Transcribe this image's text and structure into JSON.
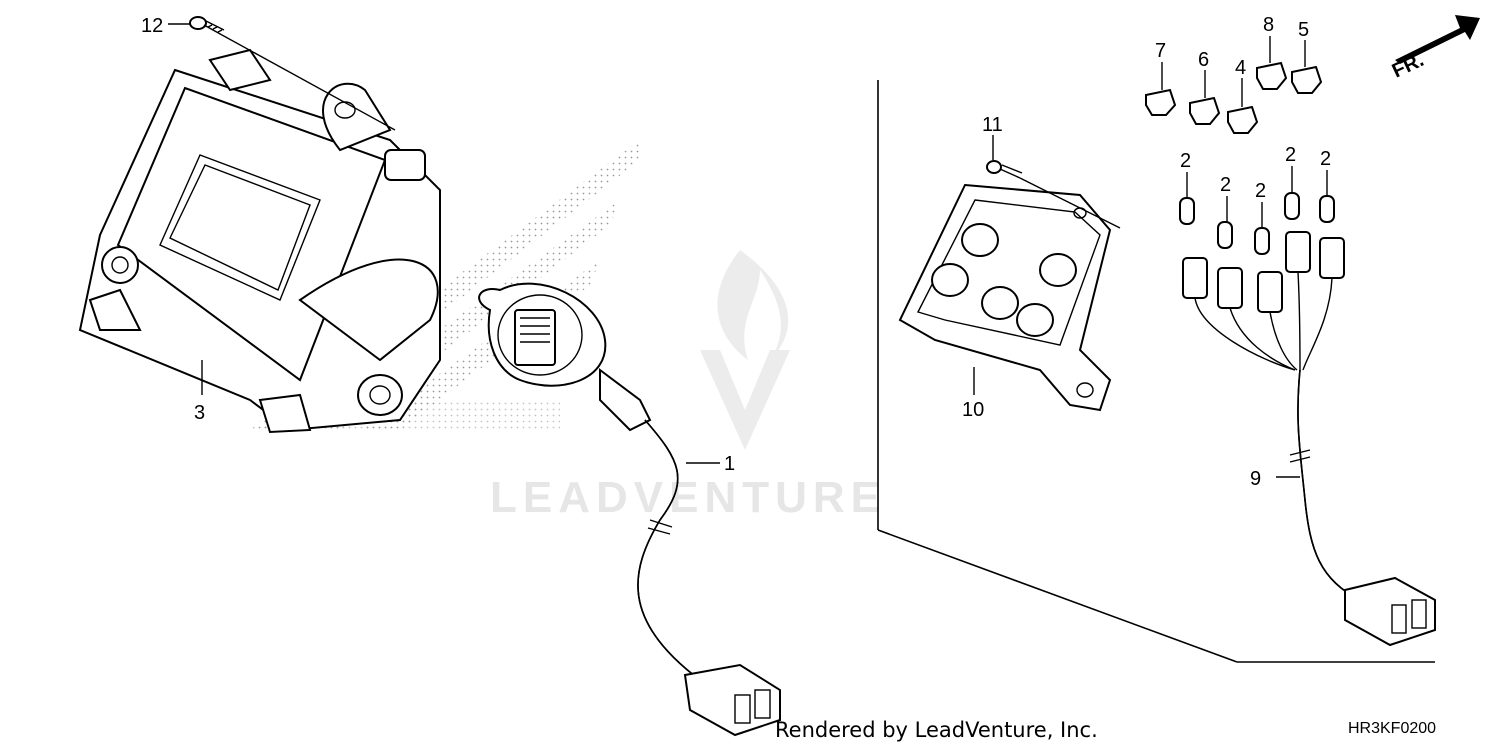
{
  "diagram": {
    "callouts": [
      "1",
      "2",
      "3",
      "4",
      "5",
      "6",
      "7",
      "8",
      "9",
      "10",
      "11",
      "12"
    ],
    "direction_label": "FR.",
    "watermark": "LEADVENTURE",
    "figure_code": "HR3KF0200",
    "rendered_by": "Rendered by LeadVenture, Inc."
  },
  "colors": {
    "line": "#000000",
    "watermark": "#e6e6e6",
    "background": "#ffffff"
  }
}
